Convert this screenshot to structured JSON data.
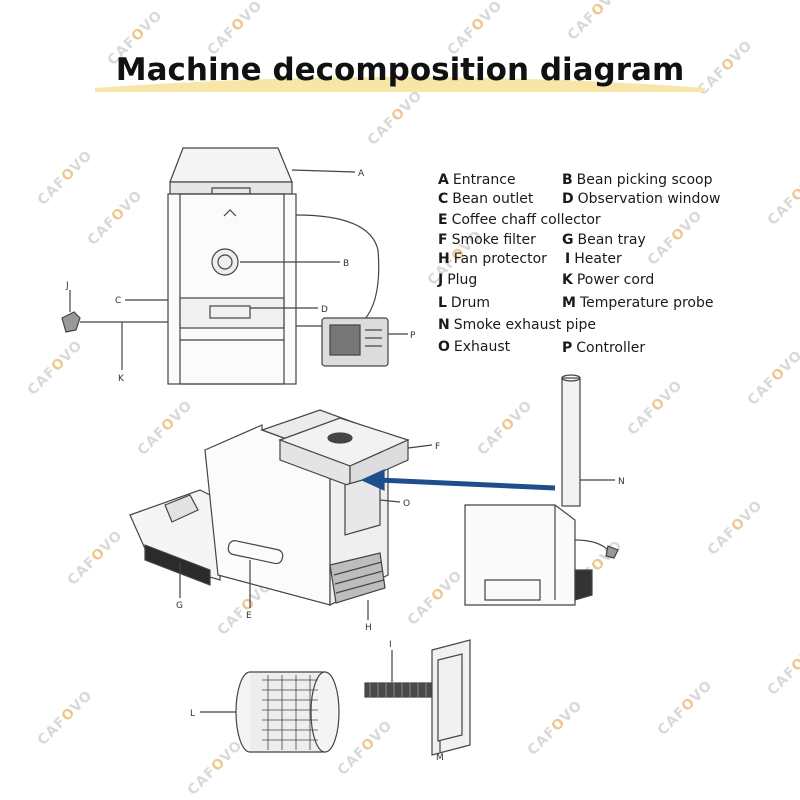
{
  "title": "Machine decomposition diagram",
  "legend": [
    {
      "key": "A",
      "text": "Entrance"
    },
    {
      "key": "B",
      "text": "Bean picking scoop"
    },
    {
      "key": "C",
      "text": "Bean outlet"
    },
    {
      "key": "D",
      "text": "Observation window"
    },
    {
      "key": "E",
      "text": "Coffee chaff collector"
    },
    {
      "key": "F",
      "text": "Smoke filter"
    },
    {
      "key": "G",
      "text": "Bean tray"
    },
    {
      "key": "H",
      "text": "Fan protector"
    },
    {
      "key": "I",
      "text": "Heater"
    },
    {
      "key": "J",
      "text": "Plug"
    },
    {
      "key": "K",
      "text": "Power cord"
    },
    {
      "key": "L",
      "text": "Drum"
    },
    {
      "key": "M",
      "text": "Temperature probe"
    },
    {
      "key": "N",
      "text": "Smoke exhaust pipe"
    },
    {
      "key": "O",
      "text": "Exhaust"
    },
    {
      "key": "P",
      "text": "Controller"
    }
  ],
  "watermark": {
    "prefix": "CAF",
    "accent": "O",
    "suffix": "VO"
  },
  "colors": {
    "title_band": "#f7e6a8",
    "arrow": "#1f4e8c",
    "line": "#444444",
    "watermark_accent": "#ecc88f"
  }
}
